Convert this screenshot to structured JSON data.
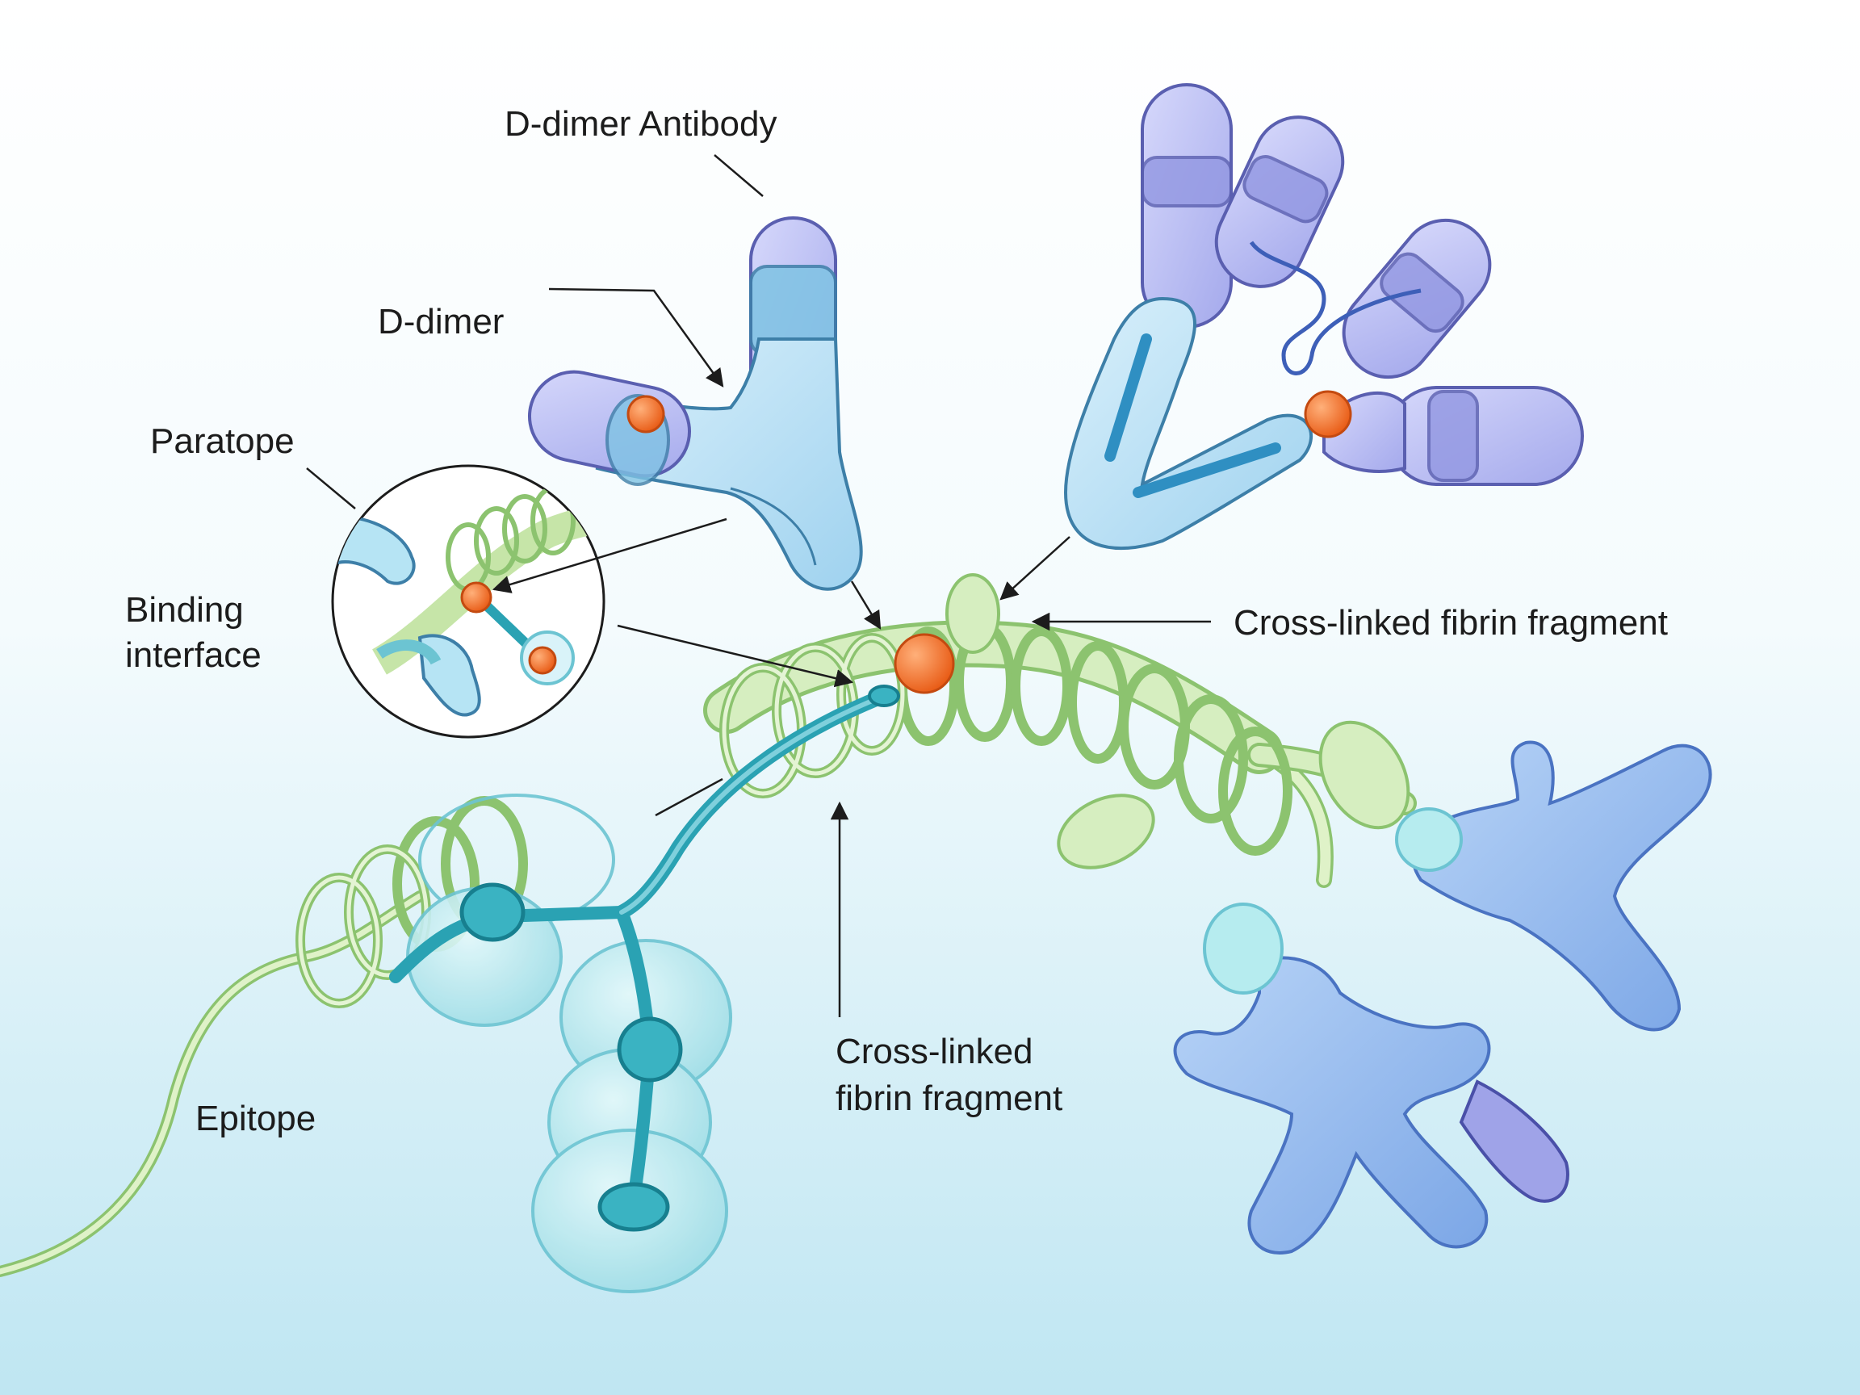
{
  "labels": {
    "d_dimer_antibody": "D-dimer Antibody",
    "d_dimer": "D-dimer",
    "paratope": "Paratope",
    "binding_interface_line1": "Binding",
    "binding_interface_line2": "interface",
    "cross_linked_right": "Cross-linked fibrin fragment",
    "cross_linked_center_line1": "Cross-linked",
    "cross_linked_center_line2": "fibrin fragment",
    "epitope": "Epitope"
  },
  "colors": {
    "background_top": "#ffffff",
    "background_bottom": "#bfe6f2",
    "antibody_light": "#bfe3f6",
    "antibody_stroke": "#3d7fa8",
    "antibody_violet": "#b9bdf2",
    "antibody_violet_stroke": "#5a5fb0",
    "fibrin_green": "#cfe9b6",
    "fibrin_stroke": "#8cc36f",
    "epitope_teal": "#2aa2b3",
    "binding_site_orange": "#f06a22",
    "blue_protein": "#8fb6ee",
    "blue_protein_stroke": "#4a73c2"
  },
  "icons": [
    "antibody-icon",
    "binding-site-dot-icon",
    "fibrin-helix-icon",
    "magnifier-inset-icon"
  ]
}
